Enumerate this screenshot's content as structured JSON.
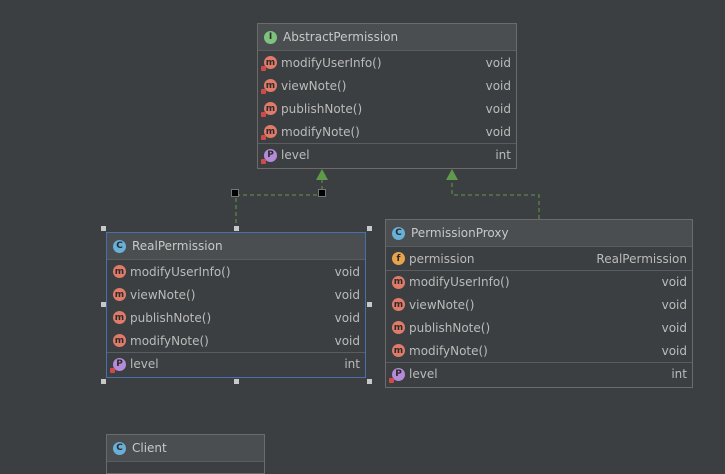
{
  "abstract_permission": {
    "title": "AbstractPermission",
    "kind_icon": "interface-icon",
    "methods": [
      {
        "name": "modifyUserInfo()",
        "type": "void"
      },
      {
        "name": "viewNote()",
        "type": "void"
      },
      {
        "name": "publishNote()",
        "type": "void"
      },
      {
        "name": "modifyNote()",
        "type": "void"
      }
    ],
    "property": {
      "name": "level",
      "type": "int"
    }
  },
  "real_permission": {
    "title": "RealPermission",
    "kind_icon": "class-icon",
    "methods": [
      {
        "name": "modifyUserInfo()",
        "type": "void"
      },
      {
        "name": "viewNote()",
        "type": "void"
      },
      {
        "name": "publishNote()",
        "type": "void"
      },
      {
        "name": "modifyNote()",
        "type": "void"
      }
    ],
    "property": {
      "name": "level",
      "type": "int"
    }
  },
  "permission_proxy": {
    "title": "PermissionProxy",
    "kind_icon": "class-icon",
    "field": {
      "name": "permission",
      "type": "RealPermission"
    },
    "methods": [
      {
        "name": "modifyUserInfo()",
        "type": "void"
      },
      {
        "name": "viewNote()",
        "type": "void"
      },
      {
        "name": "publishNote()",
        "type": "void"
      },
      {
        "name": "modifyNote()",
        "type": "void"
      }
    ],
    "property": {
      "name": "level",
      "type": "int"
    }
  },
  "client": {
    "title": "Client",
    "kind_icon": "class-icon"
  },
  "colors": {
    "background": "#3c3f41",
    "arrow": "#5f9a4b",
    "selection": "#4b6eaf"
  }
}
